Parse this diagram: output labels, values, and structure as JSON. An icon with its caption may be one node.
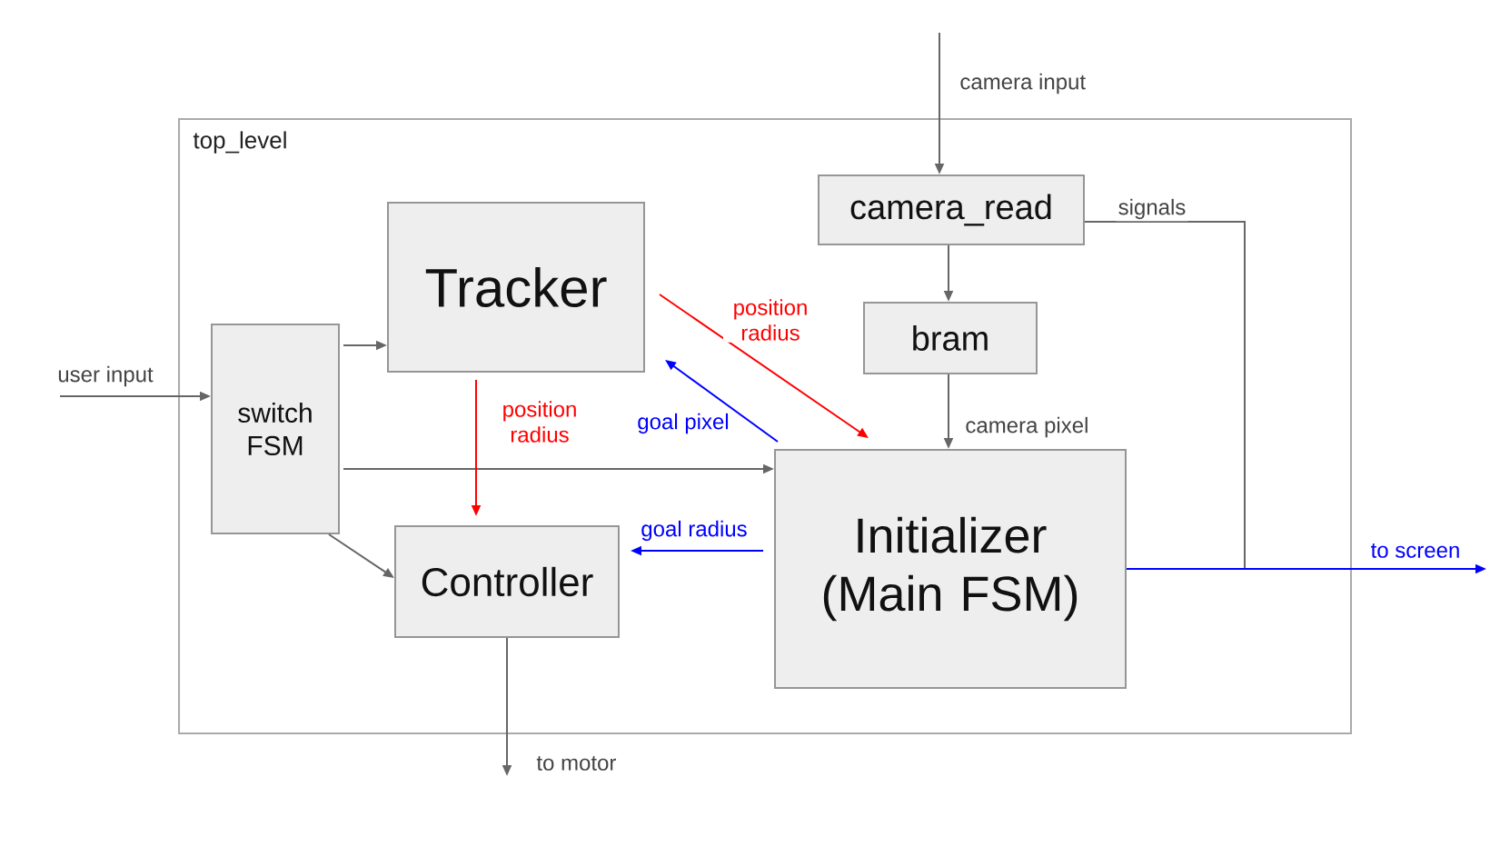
{
  "diagram": {
    "nodes": [
      {
        "text": [
          "top_level"
        ]
      },
      {
        "text": [
          "camera_read"
        ],
        "in": 0
      },
      {
        "text": [
          "bram"
        ],
        "in": 0
      },
      {
        "text": [
          "Tracker"
        ],
        "in": 0
      },
      {
        "text": [
          "switch FSM"
        ],
        "in": 0
      },
      {
        "text": [
          "Controller"
        ],
        "in": 0
      },
      {
        "text": [
          "Initializer (Main FSM)"
        ],
        "in": 0
      }
    ],
    "edges": [
      {
        "from": null,
        "to": 1,
        "arrow": "to",
        "label": "camera input"
      },
      {
        "from": 1,
        "to": 2,
        "arrow": "to"
      },
      {
        "from": 2,
        "to": 6,
        "arrow": "to",
        "label": "camera pixel"
      },
      {
        "from": null,
        "to": 4,
        "arrow": "to",
        "label": "user input"
      },
      {
        "from": 4,
        "to": 3,
        "arrow": "to"
      },
      {
        "from": 4,
        "to": 6,
        "arrow": "to"
      },
      {
        "from": 4,
        "to": 5,
        "arrow": "to"
      },
      {
        "from": 3,
        "to": 5,
        "arrow": "to",
        "label": "position radius",
        "color": "#ff0000"
      },
      {
        "from": 3,
        "to": 6,
        "arrow": "to",
        "label": "position radius",
        "color": "#ff0000"
      },
      {
        "from": 6,
        "to": 3,
        "arrow": "to",
        "label": "goal pixel",
        "color": "#0000ff"
      },
      {
        "from": 6,
        "to": 5,
        "arrow": "to",
        "label": "goal radius",
        "color": "#0000ff"
      },
      {
        "from": 1,
        "to": null,
        "arrow": "none",
        "label": "signals"
      },
      {
        "from": 6,
        "to": null,
        "arrow": "to",
        "label": "to screen",
        "color": "#0000ff"
      },
      {
        "from": 5,
        "to": null,
        "arrow": "to",
        "label": "to motor"
      }
    ]
  }
}
